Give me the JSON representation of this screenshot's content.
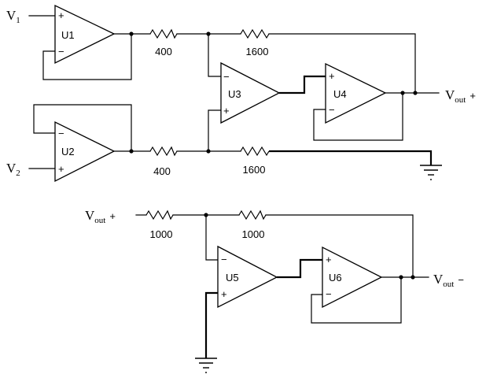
{
  "inputs": {
    "v1": {
      "main": "V",
      "sub": "1"
    },
    "v2": {
      "main": "V",
      "sub": "2"
    },
    "vout_pos_in": {
      "main": "V",
      "sub": "out",
      "sign": "+"
    }
  },
  "outputs": {
    "vout_pos": {
      "main": "V",
      "sub": "out",
      "sign": "+"
    },
    "vout_neg": {
      "main": "V",
      "sub": "out",
      "sign": "−"
    }
  },
  "opamps": {
    "u1": {
      "name": "U1",
      "plus": "+",
      "minus": "−"
    },
    "u2": {
      "name": "U2",
      "plus": "+",
      "minus": "−"
    },
    "u3": {
      "name": "U3",
      "plus": "+",
      "minus": "−"
    },
    "u4": {
      "name": "U4",
      "plus": "+",
      "minus": "−"
    },
    "u5": {
      "name": "U5",
      "plus": "+",
      "minus": "−"
    },
    "u6": {
      "name": "U6",
      "plus": "+",
      "minus": "−"
    }
  },
  "resistors": {
    "r1": {
      "value": "400"
    },
    "r2": {
      "value": "1600"
    },
    "r3": {
      "value": "400"
    },
    "r4": {
      "value": "1600"
    },
    "r5": {
      "value": "1000"
    },
    "r6": {
      "value": "1000"
    }
  }
}
